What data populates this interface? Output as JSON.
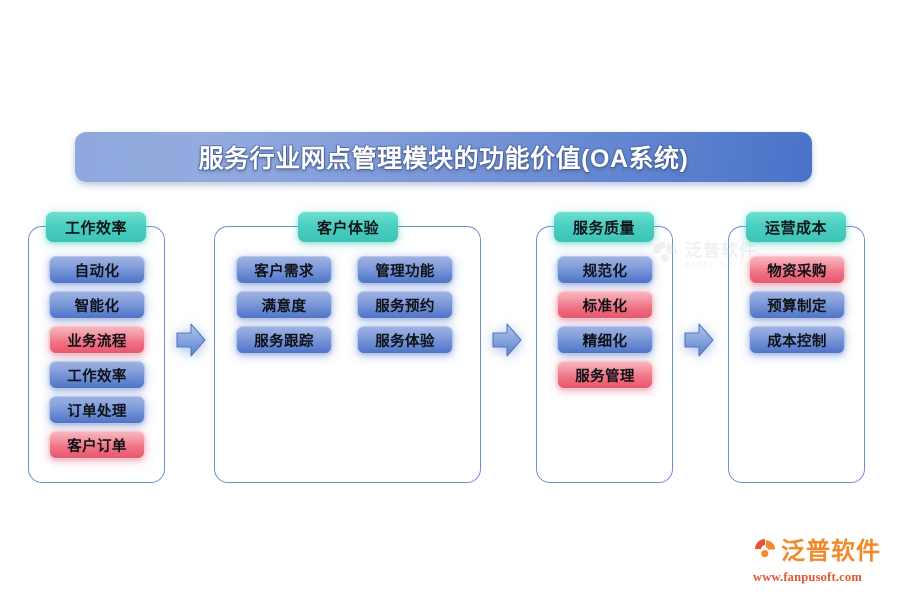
{
  "title": {
    "text": "服务行业网点管理模块的功能价值(OA系统)"
  },
  "columns": [
    {
      "header": "工作效率",
      "layout": "single",
      "items": [
        {
          "label": "自动化",
          "color": "blue"
        },
        {
          "label": "智能化",
          "color": "blue"
        },
        {
          "label": "业务流程",
          "color": "red"
        },
        {
          "label": "工作效率",
          "color": "blue"
        },
        {
          "label": "订单处理",
          "color": "blue"
        },
        {
          "label": "客户订单",
          "color": "red"
        }
      ]
    },
    {
      "header": "客户体验",
      "layout": "double",
      "items": [
        {
          "label": "客户需求",
          "color": "blue"
        },
        {
          "label": "管理功能",
          "color": "blue"
        },
        {
          "label": "满意度",
          "color": "blue"
        },
        {
          "label": "服务预约",
          "color": "blue"
        },
        {
          "label": "服务跟踪",
          "color": "blue"
        },
        {
          "label": "服务体验",
          "color": "blue"
        }
      ]
    },
    {
      "header": "服务质量",
      "layout": "single",
      "items": [
        {
          "label": "规范化",
          "color": "blue"
        },
        {
          "label": "标准化",
          "color": "red"
        },
        {
          "label": "精细化",
          "color": "blue"
        },
        {
          "label": "服务管理",
          "color": "red"
        }
      ]
    },
    {
      "header": "运营成本",
      "layout": "single",
      "items": [
        {
          "label": "物资采购",
          "color": "red"
        },
        {
          "label": "预算制定",
          "color": "blue"
        },
        {
          "label": "成本控制",
          "color": "blue"
        }
      ]
    }
  ],
  "arrows": [
    {
      "name": "arrow-1",
      "direction": "right"
    },
    {
      "name": "arrow-2",
      "direction": "right"
    },
    {
      "name": "arrow-3",
      "direction": "right"
    }
  ],
  "watermark": {
    "cn": "泛普软件",
    "en": "FANPU SOFTWARE"
  },
  "brand": {
    "cn": "泛普软件",
    "url": "www.fanpusoft.com"
  },
  "colors": {
    "title_banner_start": "#8fa8dd",
    "title_banner_end": "#4a72c8",
    "header_pill": "#49cfc0",
    "item_blue": "#6d8dd4",
    "item_red": "#ef7183",
    "box_border": "#6d8ed2",
    "arrow": "#6d96dc",
    "brand_orange": "#f08a2a",
    "brand_red": "#e2552e",
    "background": "#ffffff"
  }
}
